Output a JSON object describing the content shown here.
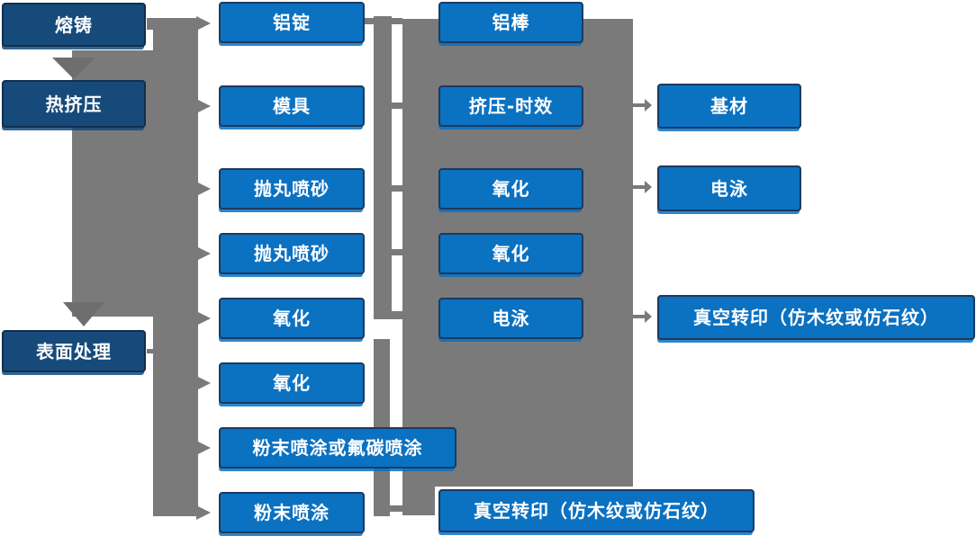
{
  "page": {
    "background": "#ffffff"
  },
  "colors": {
    "process_box_fill": "#0b71c1",
    "stage_box_fill": "#164a7b",
    "box_border": "#1c3a5e",
    "connector_gray": "#7a7a7a",
    "down_arrow_gray": "#6e6e6e",
    "text": "#ffffff"
  },
  "diagram": {
    "nodes": [
      {
        "id": "rongzhu",
        "label": "熔铸",
        "variant": "dark"
      },
      {
        "id": "rejiya",
        "label": "热挤压",
        "variant": "dark"
      },
      {
        "id": "biaomianchuli",
        "label": "表面处理",
        "variant": "dark"
      },
      {
        "id": "lvding",
        "label": "铝锭",
        "variant": "blue"
      },
      {
        "id": "muju",
        "label": "模具",
        "variant": "blue"
      },
      {
        "id": "paowanpensha-1",
        "label": "抛丸喷砂",
        "variant": "blue"
      },
      {
        "id": "paowanpensha-2",
        "label": "抛丸喷砂",
        "variant": "blue"
      },
      {
        "id": "yanghua-1",
        "label": "氧化",
        "variant": "blue"
      },
      {
        "id": "yanghua-2",
        "label": "氧化",
        "variant": "blue"
      },
      {
        "id": "fenmo-futan",
        "label": "粉末喷涂或氟碳喷涂",
        "variant": "blue"
      },
      {
        "id": "fenmopentu",
        "label": "粉末喷涂",
        "variant": "blue"
      },
      {
        "id": "lvbang",
        "label": "铝棒",
        "variant": "blue"
      },
      {
        "id": "jiya-shixiao",
        "label": "挤压-时效",
        "variant": "blue"
      },
      {
        "id": "yanghua-3",
        "label": "氧化",
        "variant": "blue"
      },
      {
        "id": "yanghua-4",
        "label": "氧化",
        "variant": "blue"
      },
      {
        "id": "dianyong-1",
        "label": "电泳",
        "variant": "blue"
      },
      {
        "id": "zhenkong-bottom",
        "label": "真空转印（仿木纹或仿石纹）",
        "variant": "blue"
      },
      {
        "id": "jicai",
        "label": "基材",
        "variant": "blue"
      },
      {
        "id": "dianyong-2",
        "label": "电泳",
        "variant": "blue"
      },
      {
        "id": "zhenkong-right",
        "label": "真空转印（仿木纹或仿石纹）",
        "variant": "blue"
      }
    ],
    "arrows": {
      "from_rongzhu": [
        "铝锭",
        "热挤压"
      ],
      "left_trunk_arrow_targets": [
        "铝锭",
        "模具",
        "抛丸喷砂",
        "抛丸喷砂",
        "氧化",
        "氧化",
        "粉末喷涂或氟碳喷涂",
        "粉末喷涂",
        "表面处理"
      ],
      "right_arrow_sources_targets": [
        {
          "from": "挤压-时效",
          "to": "基材"
        },
        {
          "from": "氧化",
          "to": "电泳"
        },
        {
          "from": "电泳",
          "to": "真空转印（仿木纹或仿石纹）"
        }
      ],
      "bottom_arrow": {
        "from": "粉末喷涂",
        "to": "真空转印（仿木纹或仿石纹）"
      }
    }
  }
}
